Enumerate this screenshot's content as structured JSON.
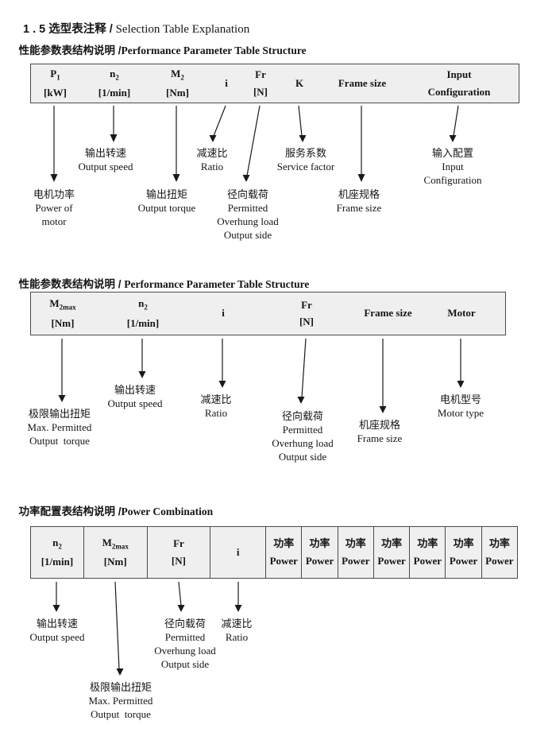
{
  "page": {
    "title_zh": "1 . 5 选型表注释 /",
    "title_en": " Selection Table Explanation"
  },
  "section1": {
    "heading_zh": "性能参数表结构说明 /",
    "heading_en": "Performance Parameter Table Structure",
    "columns": {
      "c1": {
        "base": "P",
        "sub": "1",
        "unit": "[kW]"
      },
      "c2": {
        "base": "n",
        "sub": "2",
        "unit": "[1/min]"
      },
      "c3": {
        "base": "M",
        "sub": "2",
        "unit": "[Nm]"
      },
      "c4": {
        "base": "i"
      },
      "c5": {
        "base": "Fr",
        "unit": "[N]"
      },
      "c6": {
        "base": "K"
      },
      "c7": {
        "base": "Frame size"
      },
      "c8": {
        "top": "Input",
        "bottom": "Configuration"
      }
    },
    "labels": {
      "power_of_motor": [
        "电机功率",
        "Power of",
        "motor"
      ],
      "output_speed": [
        "输出转速",
        "Output speed"
      ],
      "output_torque": [
        "输出扭矩",
        "Output torque"
      ],
      "ratio": [
        "减速比",
        "Ratio"
      ],
      "overhung": [
        "径向载荷",
        "Permitted",
        "Overhung load",
        "Output side"
      ],
      "service_factor": [
        "服务系数",
        "Service factor"
      ],
      "frame_size": [
        "机座规格",
        "Frame size"
      ],
      "input_config": [
        "输入配置",
        "Input",
        "Configuration"
      ]
    }
  },
  "section2": {
    "heading_zh": "性能参数表结构说明 / ",
    "heading_en": "Performance Parameter Table Structure",
    "columns": {
      "c1": {
        "base": "M",
        "sub": "2max",
        "unit": "[Nm]"
      },
      "c2": {
        "base": "n",
        "sub": "2",
        "unit": "[1/min]"
      },
      "c3": {
        "base": "i"
      },
      "c4": {
        "base": "Fr",
        "unit": "[N]"
      },
      "c5": {
        "base": "Frame size"
      },
      "c6": {
        "base": "Motor"
      }
    },
    "labels": {
      "max_torque": [
        "极限输出扭矩",
        "Max. Permitted",
        "Output  torque"
      ],
      "output_speed": [
        "输出转速",
        "Output speed"
      ],
      "ratio": [
        "减速比",
        "Ratio"
      ],
      "overhung": [
        "径向载荷",
        "Permitted",
        "Overhung load",
        "Output side"
      ],
      "frame_size": [
        "机座规格",
        "Frame size"
      ],
      "motor_type": [
        "电机型号",
        "Motor type"
      ]
    }
  },
  "section3": {
    "heading_zh": "功率配置表结构说明 /",
    "heading_en": "Power Combination",
    "columns": {
      "c1": {
        "base": "n",
        "sub": "2",
        "unit": "[1/min]"
      },
      "c2": {
        "base": "M",
        "sub": "2max",
        "unit": "[Nm]"
      },
      "c3": {
        "base": "Fr",
        "unit": "[N]"
      },
      "c4": {
        "base": "i"
      }
    },
    "power_cell": {
      "zh": "功率",
      "en": "Power"
    },
    "power_count": "7",
    "labels": {
      "output_speed": [
        "输出转速",
        "Output speed"
      ],
      "max_torque": [
        "极限输出扭矩",
        "Max. Permitted",
        "Output  torque"
      ],
      "overhung": [
        "径向载荷",
        "Permitted",
        "Overhung load",
        "Output side"
      ],
      "ratio": [
        "减速比",
        "Ratio"
      ]
    }
  },
  "colors": {
    "header_fill": "#efefef",
    "border": "#4a4a4a",
    "ink": "#151515"
  }
}
